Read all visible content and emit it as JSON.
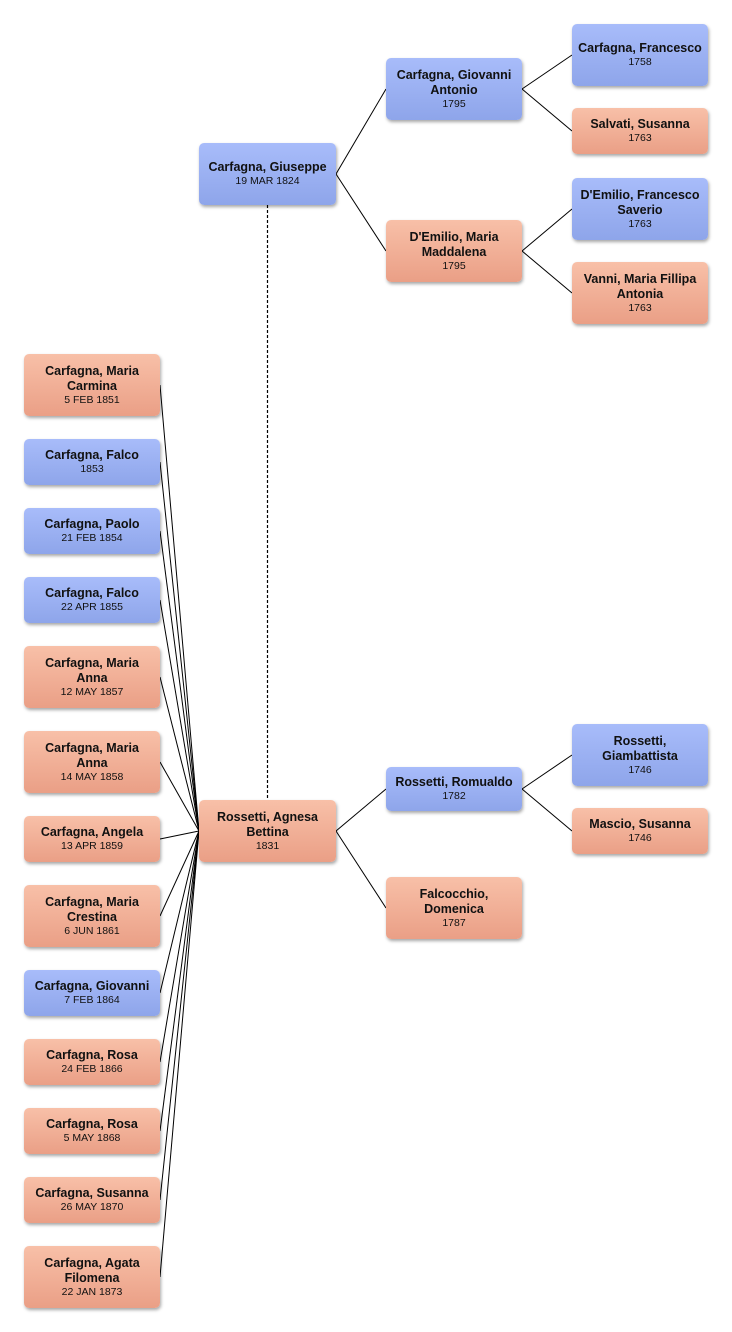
{
  "father": {
    "name": "Carfagna, Giuseppe",
    "date": "19 MAR 1824",
    "sex": "male"
  },
  "mother": {
    "name": "Rossetti, Agnesa Bettina",
    "date": "1831",
    "sex": "female"
  },
  "paternal": {
    "father": {
      "name": "Carfagna, Giovanni Antonio",
      "date": "1795",
      "sex": "male"
    },
    "mother": {
      "name": "D'Emilio, Maria Maddalena",
      "date": "1795",
      "sex": "female"
    },
    "ff": {
      "name": "Carfagna, Francesco",
      "date": "1758",
      "sex": "male"
    },
    "fm": {
      "name": "Salvati, Susanna",
      "date": "1763",
      "sex": "female"
    },
    "mf": {
      "name": "D'Emilio, Francesco Saverio",
      "date": "1763",
      "sex": "male"
    },
    "mm": {
      "name": "Vanni, Maria Fillipa Antonia",
      "date": "1763",
      "sex": "female"
    }
  },
  "maternal": {
    "father": {
      "name": "Rossetti, Romualdo",
      "date": "1782",
      "sex": "male"
    },
    "mother": {
      "name": "Falcocchio, Domenica",
      "date": "1787",
      "sex": "female"
    },
    "ff": {
      "name": "Rossetti, Giambattista",
      "date": "1746",
      "sex": "male"
    },
    "fm": {
      "name": "Mascio, Susanna",
      "date": "1746",
      "sex": "female"
    }
  },
  "children": [
    {
      "name": "Carfagna, Maria Carmina",
      "date": "5 FEB 1851",
      "sex": "female"
    },
    {
      "name": "Carfagna, Falco",
      "date": "1853",
      "sex": "male"
    },
    {
      "name": "Carfagna, Paolo",
      "date": "21 FEB 1854",
      "sex": "male"
    },
    {
      "name": "Carfagna, Falco",
      "date": "22 APR 1855",
      "sex": "male"
    },
    {
      "name": "Carfagna, Maria Anna",
      "date": "12 MAY 1857",
      "sex": "female"
    },
    {
      "name": "Carfagna, Maria Anna",
      "date": "14 MAY 1858",
      "sex": "female"
    },
    {
      "name": "Carfagna, Angela",
      "date": "13 APR 1859",
      "sex": "female"
    },
    {
      "name": "Carfagna, Maria Crestina",
      "date": "6 JUN 1861",
      "sex": "female"
    },
    {
      "name": "Carfagna, Giovanni",
      "date": "7 FEB 1864",
      "sex": "male"
    },
    {
      "name": "Carfagna, Rosa",
      "date": "24 FEB 1866",
      "sex": "female"
    },
    {
      "name": "Carfagna, Rosa",
      "date": "5 MAY 1868",
      "sex": "female"
    },
    {
      "name": "Carfagna, Susanna",
      "date": "26 MAY 1870",
      "sex": "female"
    },
    {
      "name": "Carfagna, Agata Filomena",
      "date": "22 JAN 1873",
      "sex": "female"
    }
  ],
  "colors": {
    "male": "#96abf0",
    "female": "#f2ac92",
    "line": "#000000"
  }
}
